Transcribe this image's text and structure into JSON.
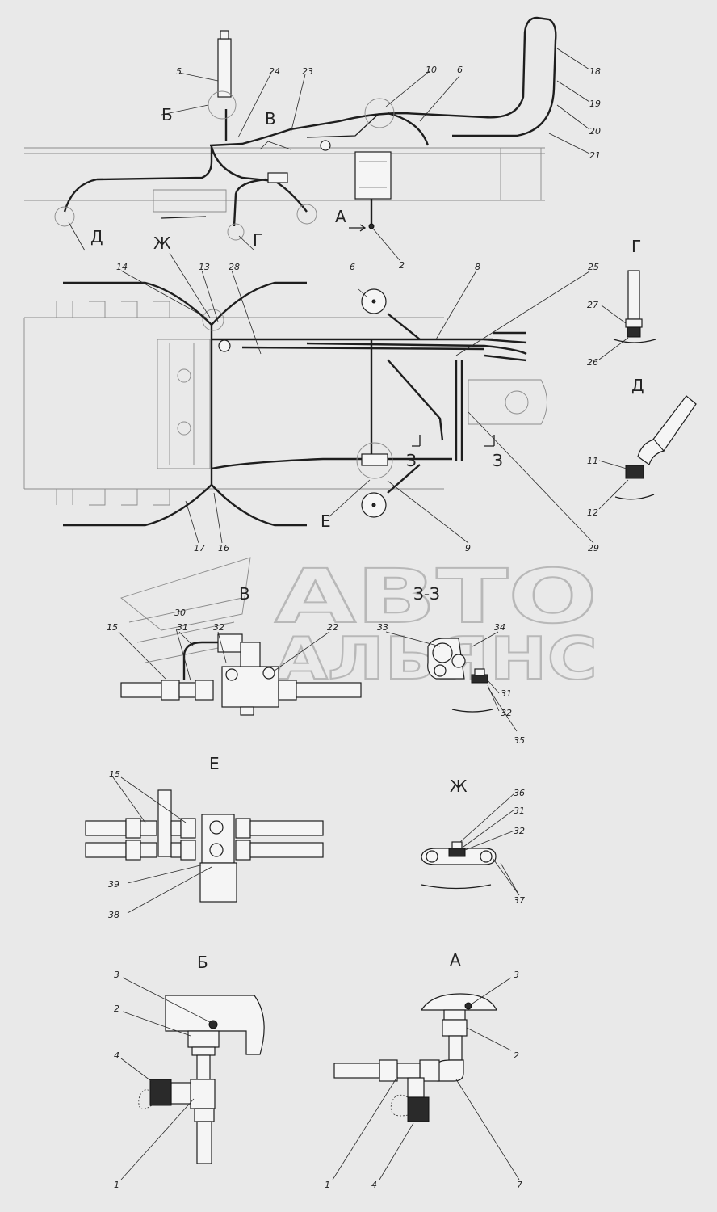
{
  "watermark": {
    "line1": "АВТО",
    "line2": "АЛЬЯНС"
  },
  "view_labels": {
    "B_top": "Б",
    "V_top": "В",
    "A_top": "А",
    "G_top": "Г",
    "D_top": "Д",
    "Zh_mid": "Ж",
    "Z_left": "З",
    "Z_right": "З",
    "E_mid": "Е",
    "G_view": "Г",
    "D_view": "Д",
    "V_view": "В",
    "ZZ_view": "З-З",
    "E_view": "Е",
    "Zh_view": "Ж",
    "B_view": "Б",
    "A_view": "А"
  },
  "callouts": {
    "top": [
      "5",
      "24",
      "23",
      "10",
      "6",
      "18",
      "19",
      "20",
      "21",
      "2"
    ],
    "middle": [
      "14",
      "13",
      "28",
      "6",
      "8",
      "25",
      "29",
      "9",
      "16",
      "17"
    ],
    "view_G": [
      "27",
      "26"
    ],
    "view_D": [
      "11",
      "12"
    ],
    "view_V": [
      "30",
      "15",
      "31",
      "32",
      "22"
    ],
    "view_ZZ": [
      "33",
      "34",
      "31",
      "32",
      "35"
    ],
    "view_E": [
      "15",
      "39",
      "38"
    ],
    "view_Zh": [
      "36",
      "31",
      "32",
      "37"
    ],
    "view_B": [
      "3",
      "2",
      "4",
      "1"
    ],
    "view_A": [
      "3",
      "2",
      "1",
      "4",
      "7"
    ]
  }
}
